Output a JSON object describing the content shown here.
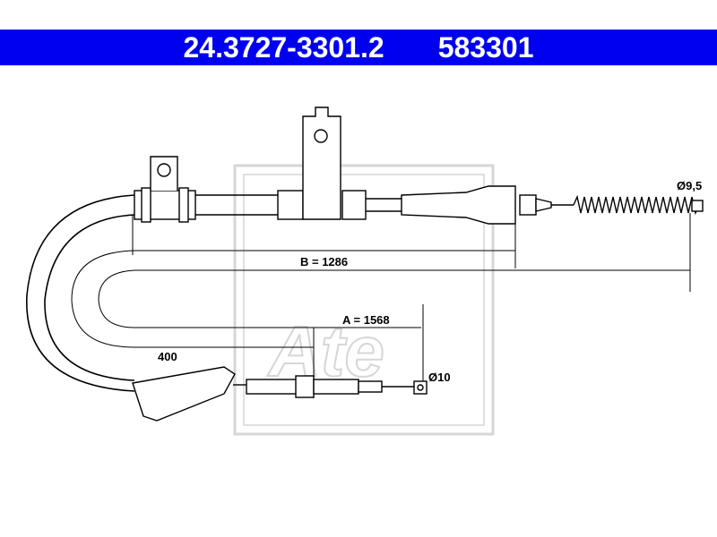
{
  "header": {
    "part_number": "24.3727-3301.2",
    "ref_number": "583301",
    "background_color": "#0000f0",
    "text_color": "#ffffff"
  },
  "dimensions": {
    "length_b": "B = 1286",
    "length_a": "A = 1568",
    "offset": "400",
    "diameter_end": "Ø9,5",
    "diameter_eye": "Ø10"
  },
  "watermark": {
    "logo_text": "Ate",
    "color": "#d6d6d6"
  }
}
